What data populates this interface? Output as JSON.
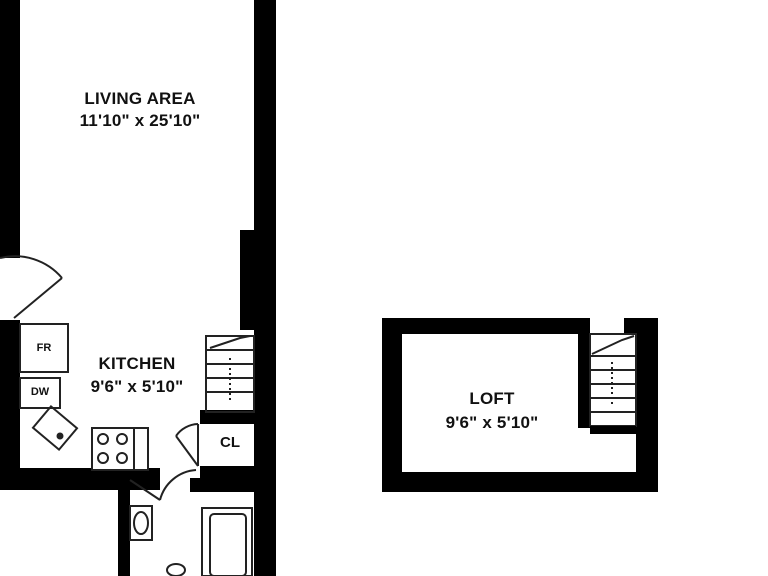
{
  "plan": {
    "rooms": [
      {
        "id": "living",
        "name": "LIVING AREA",
        "dims": "11'10\" x 25'10\""
      },
      {
        "id": "kitchen",
        "name": "KITCHEN",
        "dims": "9'6\" x 5'10\""
      },
      {
        "id": "loft",
        "name": "LOFT",
        "dims": "9'6\" x 5'10\""
      }
    ],
    "fixtures": {
      "fridge": "FR",
      "dishwasher": "DW",
      "closet": "CL"
    }
  },
  "colors": {
    "wall": "#000000",
    "background": "#ffffff",
    "line": "#222222"
  }
}
